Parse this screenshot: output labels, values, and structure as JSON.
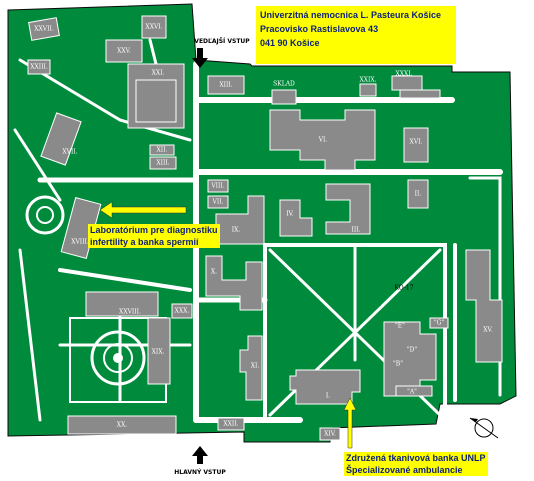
{
  "header": {
    "line1": "Univerzitná nemocnica L. Pasteura Košice",
    "line2": "Pracovisko Rastislavova 43",
    "line3": "041 90 Košice"
  },
  "gates": {
    "side": "VEDĽAJŠÍ VSTUP",
    "main": "HLAVNÝ VSTUP"
  },
  "callouts": {
    "lab_line1": "Laboratórium pre diagnostiku",
    "lab_line2": "infertility a banka spermií",
    "tissue_line1": "Združená tkanivová banka UNLP",
    "tissue_line2": "Špecializované ambulancie"
  },
  "buildings": {
    "xxvii": "XXVII.",
    "xxv": "XXV.",
    "xxvi": "XXVI.",
    "xxiii": "XXIII.",
    "xxi": "XXI.",
    "xiii": "XIII.",
    "sklad": "SKLAD",
    "xxix": "XXIX.",
    "xxxi": "XXXI.",
    "xvii": "XVII.",
    "xii": "XII.",
    "xiii_b": "XIII.",
    "vi": "VI.",
    "xvi": "XVI.",
    "ii": "II.",
    "viii": "VIII.",
    "vii": "VII.",
    "ix": "IX.",
    "xviii": "XVIII.",
    "iv": "IV.",
    "v": "V.",
    "iii": "III.",
    "x": "X.",
    "ko17": "KO-17",
    "xv": "XV.",
    "xxviii": "XXVIII.",
    "xxx": "XXX.",
    "e": "\"E\"",
    "g": "\"G\"",
    "d": "\"D\"",
    "b": "\"B\"",
    "a": "\"A\"",
    "xix": "XIX.",
    "xi": "XI.",
    "i": "I.",
    "xx": "XX.",
    "xxii": "XXII.",
    "xiv": "XIV."
  },
  "colors": {
    "grass": "#008a3c",
    "building": "#8a8a8a",
    "callout": "#ffff00",
    "callout_text": "#0a1f7a",
    "arrow": "#ffff00"
  }
}
